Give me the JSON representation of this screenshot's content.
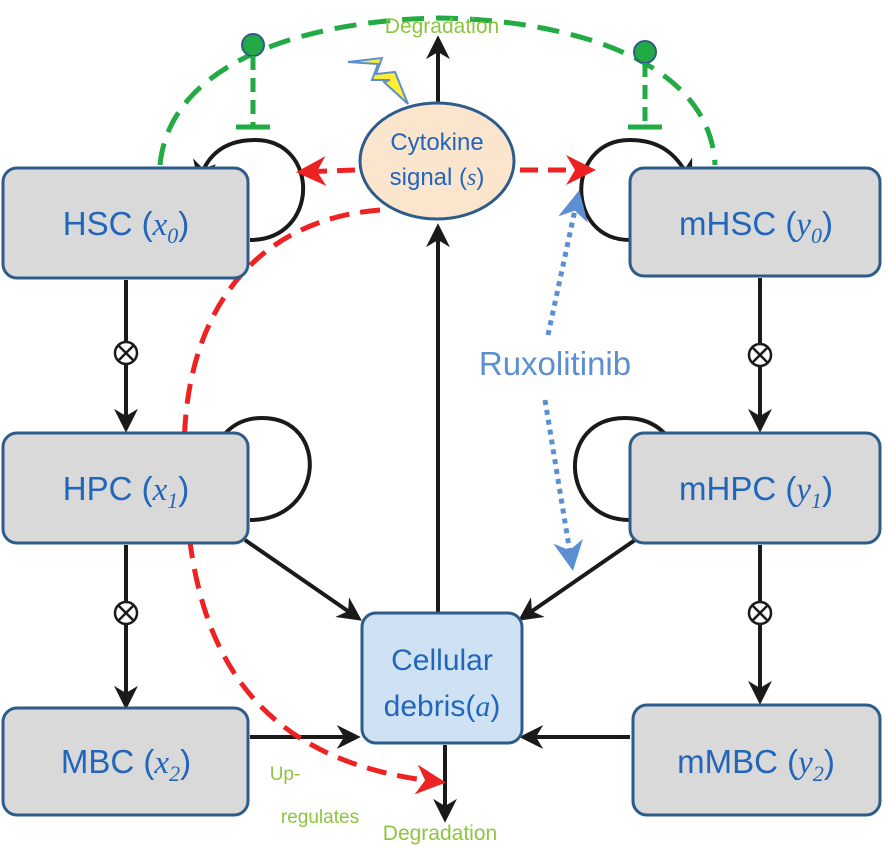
{
  "nodes": {
    "hsc": {
      "name": "HSC (",
      "var": "x",
      "sub": "0",
      "close": ")"
    },
    "mhsc": {
      "name": "mHSC (",
      "var": "y",
      "sub": "0",
      "close": ")"
    },
    "hpc": {
      "name": "HPC (",
      "var": "x",
      "sub": "1",
      "close": ")"
    },
    "mhpc": {
      "name": "mHPC (",
      "var": "y",
      "sub": "1",
      "close": ")"
    },
    "mbc": {
      "name": "MBC (",
      "var": "x",
      "sub": "2",
      "close": ")"
    },
    "mmbc": {
      "name": "mMBC (",
      "var": "y",
      "sub": "2",
      "close": ")"
    },
    "cytokine": {
      "line1": "Cytokine",
      "line2_pre": "signal (",
      "line2_var": "s",
      "line2_post": ")"
    },
    "debris": {
      "line1": "Cellular",
      "line2_pre": "debris(",
      "line2_var": "a",
      "line2_post": ")"
    }
  },
  "labels": {
    "degradation_top": "Degradation",
    "degradation_bottom": "Degradation",
    "ruxolitinib": "Ruxolitinib",
    "upregulates_1": "Up-",
    "upregulates_2": "regulates"
  },
  "colors": {
    "box_fill": "#d9d9d9",
    "box_stroke": "#2e5c8a",
    "text_blue": "#2266bb",
    "green": "#22aa44",
    "red": "#ee2222",
    "dotted_blue": "#5b8fd1",
    "label_green": "#8cc63f",
    "cytokine_fill": "#fce5cd",
    "debris_fill": "#cfe2f3"
  }
}
